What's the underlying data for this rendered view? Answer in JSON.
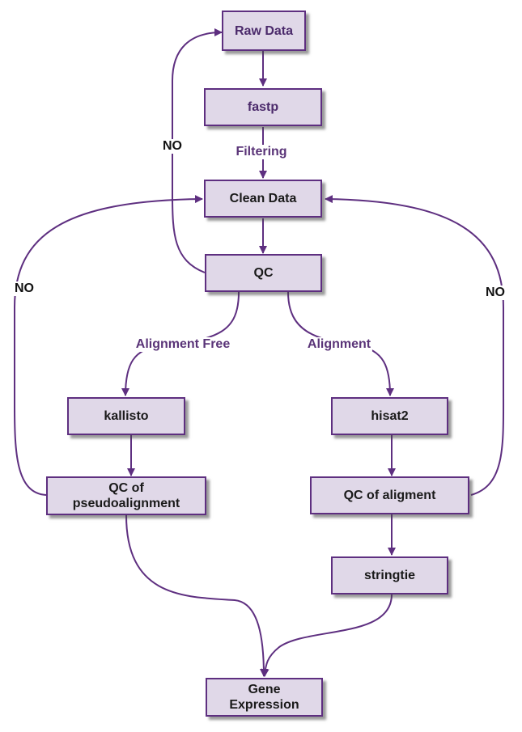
{
  "colors": {
    "node_fill": "#e0d8e8",
    "node_border": "#5e2f80",
    "edge": "#5e2f80",
    "label_text": "#5a3478"
  },
  "nodes": {
    "raw_data": "Raw Data",
    "fastp": "fastp",
    "clean_data": "Clean Data",
    "qc": "QC",
    "kallisto": "kallisto",
    "hisat2": "hisat2",
    "qc_pseudo_line1": "QC of",
    "qc_pseudo_line2": "pseudoalignment",
    "qc_align": "QC of aligment",
    "stringtie": "stringtie",
    "gene_line1": "Gene",
    "gene_line2": "Expression"
  },
  "edge_labels": {
    "filtering": "Filtering",
    "alignment_free": "Alignment Free",
    "alignment": "Alignment",
    "no_left_top": "NO",
    "no_left": "NO",
    "no_right": "NO"
  }
}
